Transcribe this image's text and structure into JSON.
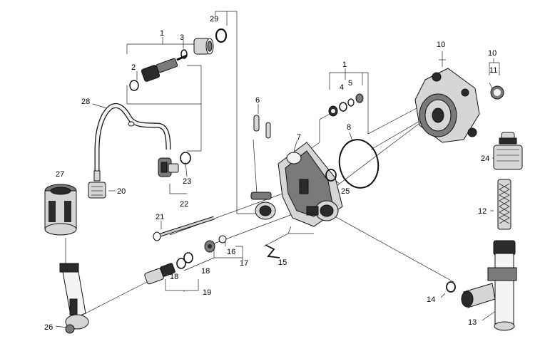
{
  "callouts": {
    "c1a": "1",
    "c2": "2",
    "c3": "3",
    "c29": "29",
    "c28": "28",
    "c27": "27",
    "c20": "20",
    "c23": "23",
    "c22": "22",
    "c21": "21",
    "c6": "6",
    "c7": "7",
    "c1b": "1",
    "c4": "4",
    "c5": "5",
    "c8": "8",
    "c25": "25",
    "c10a": "10",
    "c10b": "10",
    "c11": "11",
    "c24": "24",
    "c12": "12",
    "c16": "16",
    "c17": "17",
    "c18a": "18",
    "c18b": "18",
    "c19": "19",
    "c15": "15",
    "c14": "14",
    "c13": "13",
    "c26": "26"
  }
}
